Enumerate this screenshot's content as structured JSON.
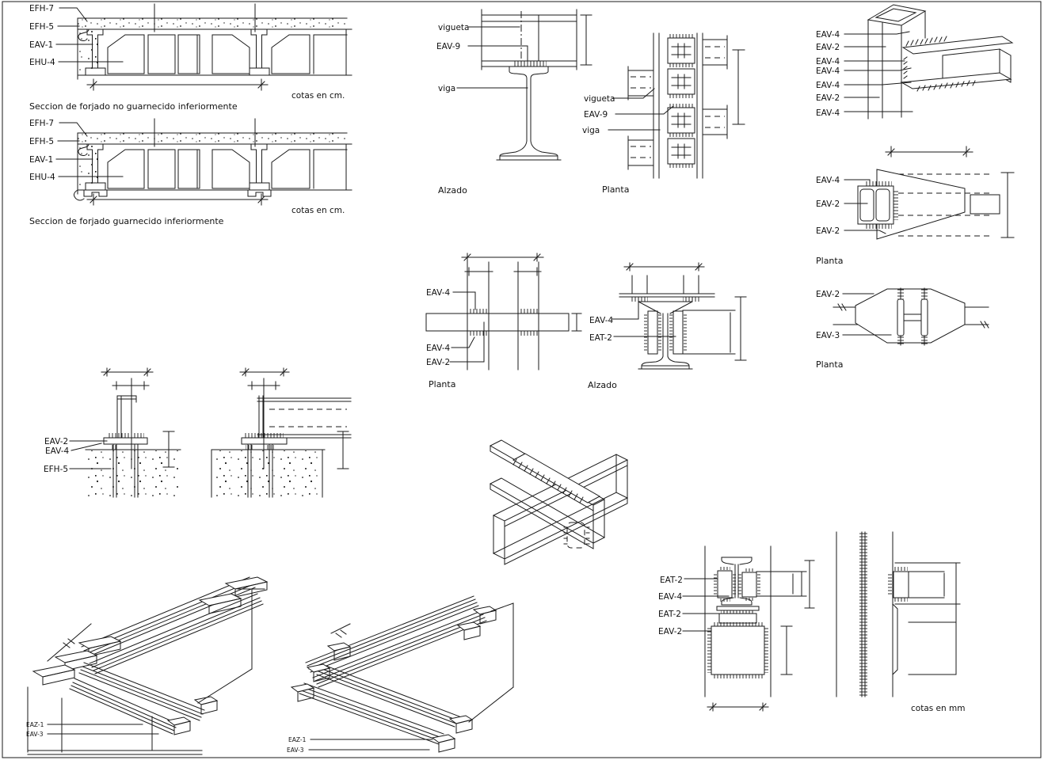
{
  "sheet": {
    "kind": "CAD steel structure construction details",
    "line_color": "#1a1a1a",
    "background": "#ffffff"
  },
  "slab_no_plaster": {
    "efh7": "EFH-7",
    "efh5": "EFH-5",
    "eav1": "EAV-1",
    "ehu4": "EHU-4",
    "units": "cotas en cm.",
    "caption": "Seccion de forjado no guarnecido inferiormente"
  },
  "slab_plaster": {
    "efh7": "EFH-7",
    "efh5": "EFH-5",
    "eav1": "EAV-1",
    "ehu4": "EHU-4",
    "units": "cotas en cm.",
    "caption": "Seccion de forjado guarnecido inferiormente"
  },
  "joint_elevation": {
    "vigueta": "vigueta",
    "eav9": "EAV-9",
    "viga": "viga",
    "caption": "Alzado"
  },
  "joint_plan": {
    "vigueta": "vigueta",
    "eav9": "EAV-9",
    "viga": "viga",
    "caption": "Planta"
  },
  "corner_iso": {
    "l1": "EAV-4",
    "l2": "EAV-2",
    "l3": "EAV-4",
    "l4": "EAV-4",
    "l5": "EAV-4",
    "l6": "EAV-2",
    "l7": "EAV-4"
  },
  "column_plan": {
    "l1": "EAV-4",
    "l2": "EAV-2",
    "l3": "EAV-2",
    "caption": "Planta"
  },
  "splice_plan": {
    "l1": "EAV-2",
    "l2": "EAV-3",
    "caption": "Planta"
  },
  "crossing_plan": {
    "l1": "EAV-4",
    "l2": "EAV-4",
    "l3": "EAV-2",
    "caption": "Planta"
  },
  "crossing_elevation": {
    "l1": "EAV-4",
    "l2": "EAT-2",
    "caption": "Alzado"
  },
  "column_base": {
    "l1": "EAV-2",
    "l2": "EAV-4",
    "l3": "EFH-5"
  },
  "stiffener_elevation": {
    "l1": "EAT-2",
    "l2": "EAV-4",
    "l3": "EAT-2",
    "l4": "EAV-2"
  },
  "wall_joint": {
    "units": "cotas en mm"
  },
  "stair_iso_left": {
    "l1": "EAZ-1",
    "l2": "EAV-3"
  },
  "stair_iso_mid": {
    "l1": "EAZ-1",
    "l2": "EAV-3"
  }
}
